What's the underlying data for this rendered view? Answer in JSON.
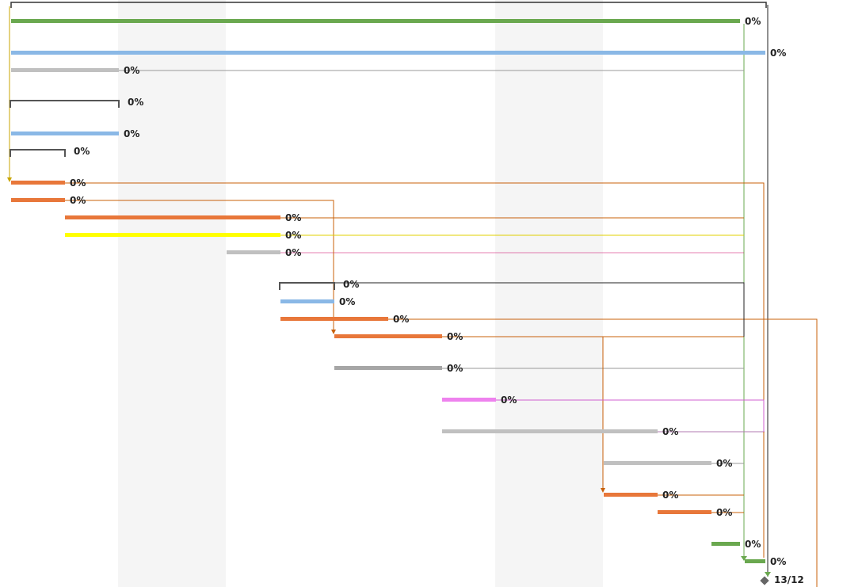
{
  "colors": {
    "green": "#6aa84f",
    "blue": "#8ab8e6",
    "gray": "#c0c0c0",
    "darkgray": "#a6a6a6",
    "orange": "#e8773a",
    "yellow": "#ffff00",
    "pink": "#ee82ee",
    "summary": "#555555"
  },
  "tasks": [
    {
      "type": "bar",
      "color": "green",
      "pct": "0%"
    },
    {
      "type": "bar",
      "color": "blue",
      "pct": "0%"
    },
    {
      "type": "bar",
      "color": "gray",
      "pct": "0%"
    },
    {
      "type": "summary",
      "pct": "0%"
    },
    {
      "type": "bar",
      "color": "blue",
      "pct": "0%"
    },
    {
      "type": "summary",
      "pct": "0%"
    },
    {
      "type": "bar",
      "color": "orange",
      "pct": "0%"
    },
    {
      "type": "bar",
      "color": "orange",
      "pct": "0%"
    },
    {
      "type": "bar",
      "color": "orange",
      "pct": "0%"
    },
    {
      "type": "bar",
      "color": "yellow",
      "pct": "0%"
    },
    {
      "type": "bar",
      "color": "gray",
      "pct": "0%"
    },
    {
      "type": "summary",
      "pct": "0%"
    },
    {
      "type": "bar",
      "color": "blue",
      "pct": "0%"
    },
    {
      "type": "bar",
      "color": "orange",
      "pct": "0%"
    },
    {
      "type": "bar",
      "color": "orange",
      "pct": "0%"
    },
    {
      "type": "bar",
      "color": "darkgray",
      "pct": "0%"
    },
    {
      "type": "bar",
      "color": "pink",
      "pct": "0%"
    },
    {
      "type": "bar",
      "color": "gray",
      "pct": "0%"
    },
    {
      "type": "bar",
      "color": "gray",
      "pct": "0%"
    },
    {
      "type": "bar",
      "color": "orange",
      "pct": "0%"
    },
    {
      "type": "bar",
      "color": "orange",
      "pct": "0%"
    },
    {
      "type": "bar",
      "color": "green",
      "pct": "0%"
    },
    {
      "type": "bar",
      "color": "green",
      "pct": "0%"
    }
  ],
  "milestone": {
    "label": "13/12"
  }
}
